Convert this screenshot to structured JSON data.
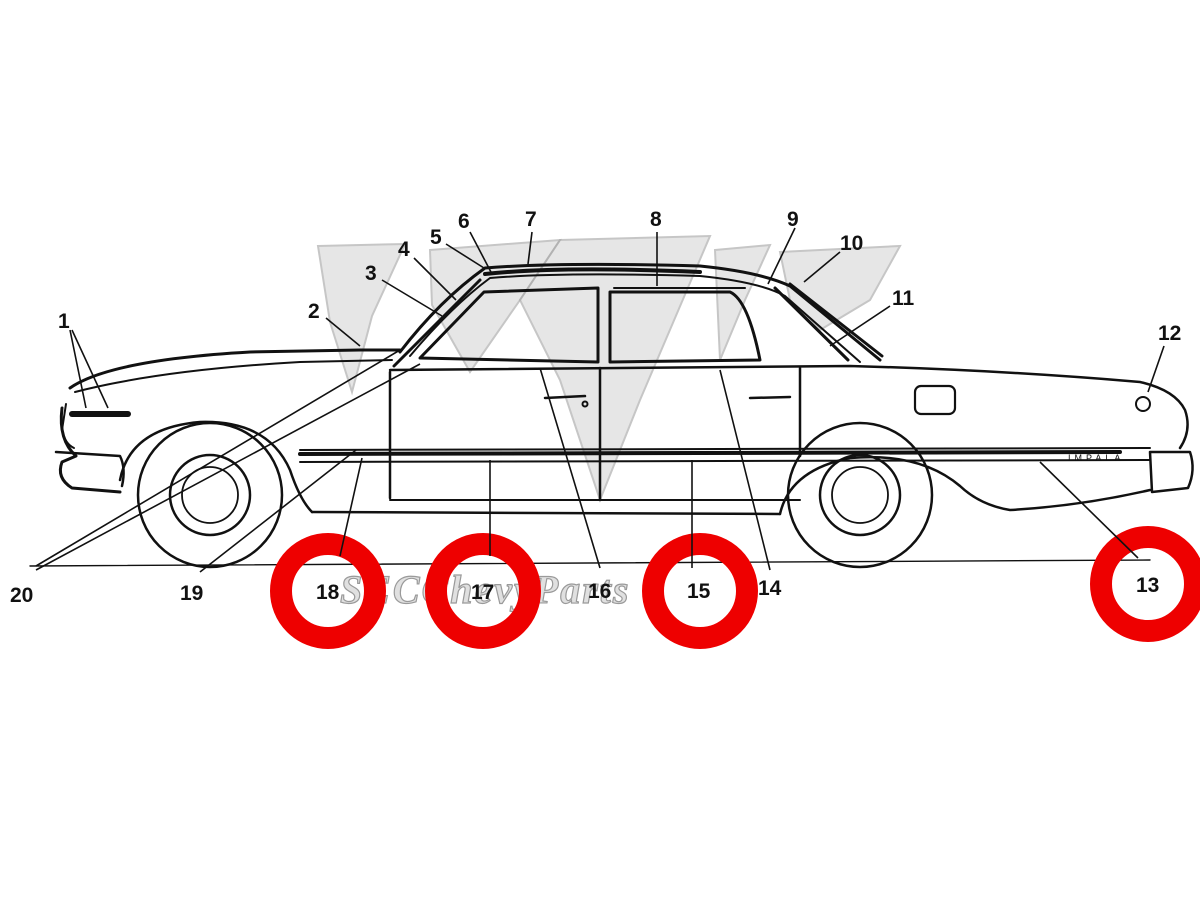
{
  "diagram": {
    "callouts": [
      {
        "id": "1",
        "label": "1",
        "highlighted": false
      },
      {
        "id": "2",
        "label": "2",
        "highlighted": false
      },
      {
        "id": "3",
        "label": "3",
        "highlighted": false
      },
      {
        "id": "4",
        "label": "4",
        "highlighted": false
      },
      {
        "id": "5",
        "label": "5",
        "highlighted": false
      },
      {
        "id": "6",
        "label": "6",
        "highlighted": false
      },
      {
        "id": "7",
        "label": "7",
        "highlighted": false
      },
      {
        "id": "8",
        "label": "8",
        "highlighted": false
      },
      {
        "id": "9",
        "label": "9",
        "highlighted": false
      },
      {
        "id": "10",
        "label": "10",
        "highlighted": false
      },
      {
        "id": "11",
        "label": "11",
        "highlighted": false
      },
      {
        "id": "12",
        "label": "12",
        "highlighted": false
      },
      {
        "id": "13",
        "label": "13",
        "highlighted": true
      },
      {
        "id": "14",
        "label": "14",
        "highlighted": false
      },
      {
        "id": "15",
        "label": "15",
        "highlighted": true
      },
      {
        "id": "16",
        "label": "16",
        "highlighted": false
      },
      {
        "id": "17",
        "label": "17",
        "highlighted": true
      },
      {
        "id": "18",
        "label": "18",
        "highlighted": true
      },
      {
        "id": "19",
        "label": "19",
        "highlighted": false
      },
      {
        "id": "20",
        "label": "20",
        "highlighted": false
      }
    ],
    "emblem_text": "IMPALA",
    "watermark_text": "SECChevyParts",
    "colors": {
      "line": "#111111",
      "highlight_ring": "#ee0000",
      "watermark": "#cfcfcf"
    }
  }
}
